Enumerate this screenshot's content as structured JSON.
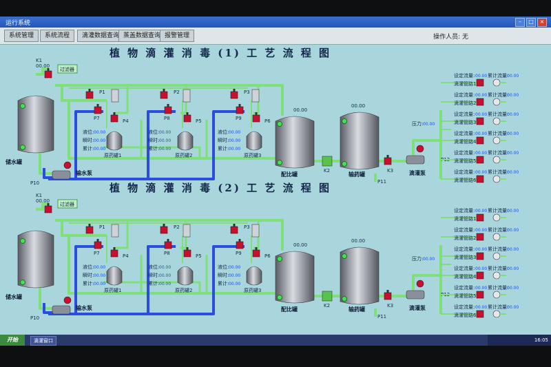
{
  "window": {
    "title": "运行系统"
  },
  "menu": {
    "items": [
      "系统管理",
      "系统流程",
      "滴灌数据查询",
      "蒸盖数据查询",
      "报警管理"
    ],
    "operator": "操作人员: 无"
  },
  "sections": [
    {
      "title": "植 物 滴 灌 消 毒 (1) 工 艺 流 程 图"
    },
    {
      "title": "植 物 滴 灌 消 毒 (2) 工 艺 流 程 图"
    }
  ],
  "labels": {
    "filter": "过滤器",
    "water_tank": "储水罐",
    "water_pump": "输水泵",
    "mix_tank": "配比罐",
    "chem_tank": "输药罐",
    "drip_pump": "滴灌泵",
    "pressure": "压力:",
    "zero": "00.00",
    "level": "液位:",
    "flow": "瞬时:",
    "total": "累计:",
    "set_flow": "设定流量:",
    "acc_flow": "累计流量:",
    "pipe_prefix": "滴灌管路",
    "drug_tanks": [
      "原药罐1",
      "原药罐2",
      "原药罐3"
    ],
    "valve_k1": "K1",
    "valve_k2": "K2",
    "valve_k3": "K3",
    "p_top": [
      "P1",
      "P2",
      "P3"
    ],
    "p_mid": [
      "P7",
      "P8",
      "P9"
    ],
    "p_side": [
      "P4",
      "P5",
      "P6"
    ],
    "p10": "P10",
    "p11": "P11",
    "p12": "P12"
  },
  "taskbar": {
    "start": "开始",
    "tasks": [
      "滴灌窗口"
    ],
    "clock": "16:05"
  },
  "colors": {
    "screen": "#a9d6dc",
    "pipe_green": "#7fe07a",
    "pipe_blue": "#2a4de0",
    "valve_red": "#c8102e",
    "value_blue": "#1b4fd6"
  }
}
